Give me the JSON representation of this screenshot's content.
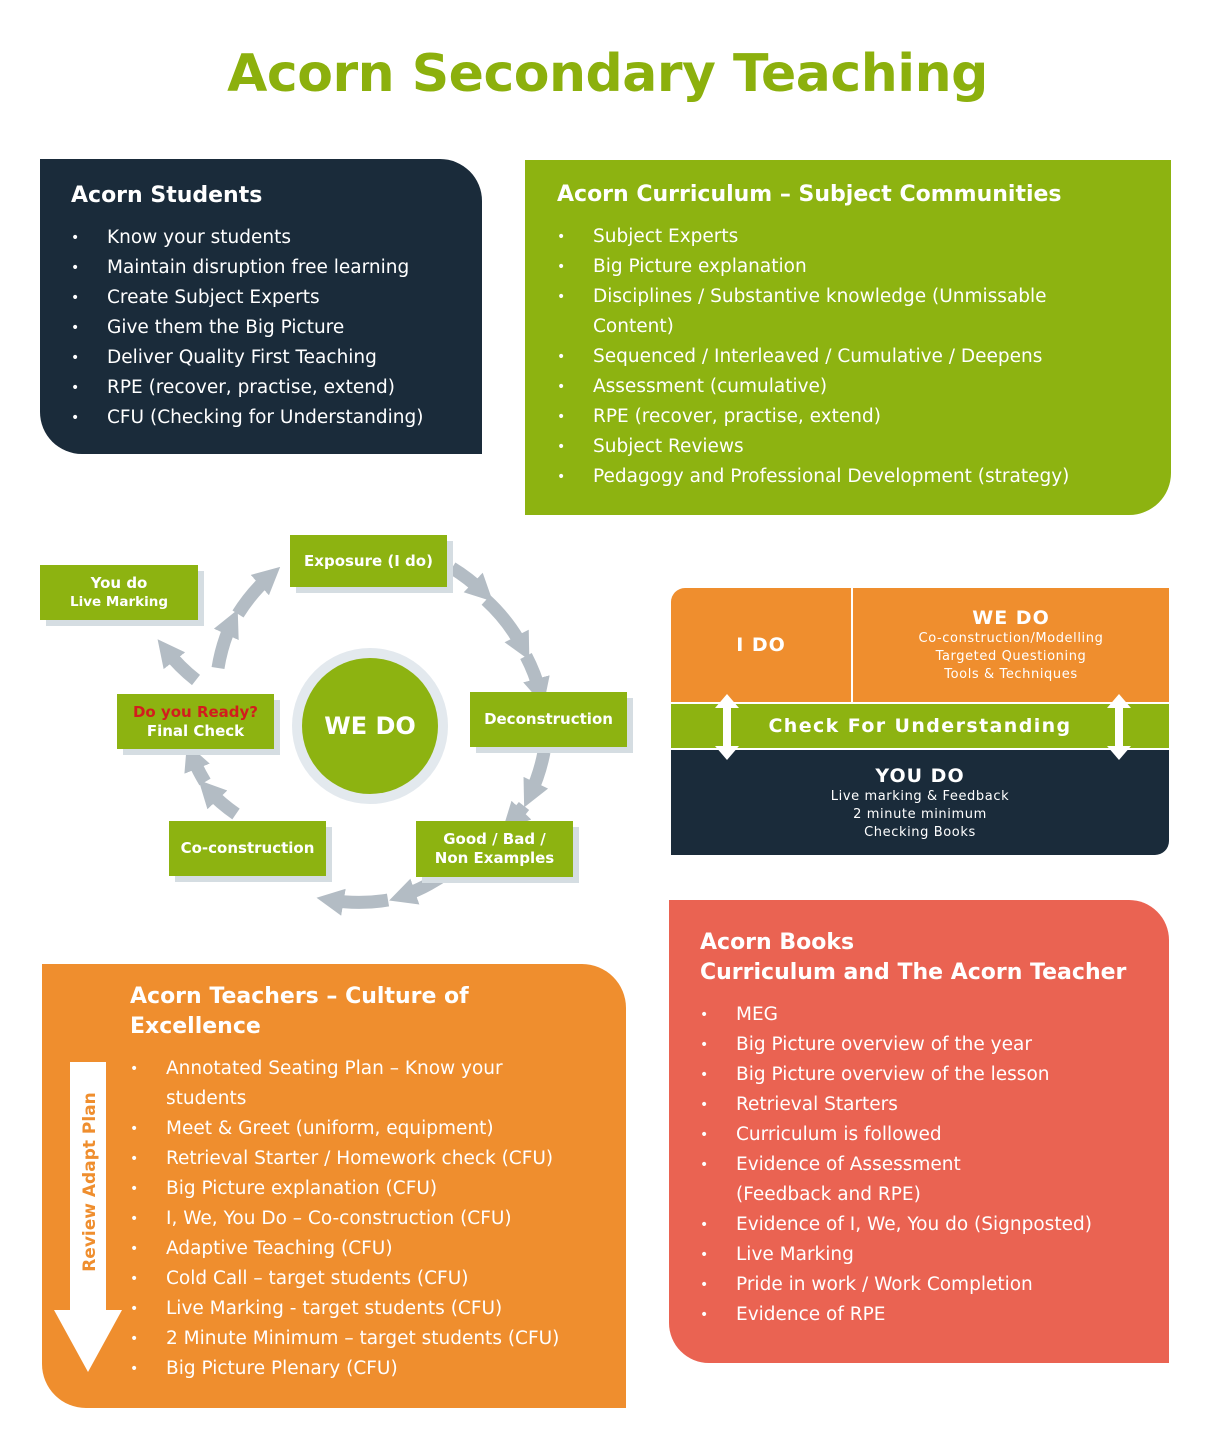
{
  "title": "Acorn Secondary Teaching",
  "students": {
    "heading": "Acorn Students",
    "items": [
      "Know your students",
      "Maintain disruption free learning",
      "Create Subject Experts",
      "Give them the Big Picture",
      "Deliver Quality First Teaching",
      "RPE (recover, practise, extend)",
      "CFU (Checking for Understanding)"
    ]
  },
  "curriculum": {
    "heading": "Acorn Curriculum – Subject Communities",
    "items": [
      "Subject Experts",
      "Big Picture explanation",
      "Disciplines / Substantive knowledge (Unmissable Content)",
      "Sequenced / Interleaved / Cumulative / Deepens",
      "Assessment (cumulative)",
      "RPE (recover, practise, extend)",
      "Subject Reviews",
      "Pedagogy and Professional Development (strategy)"
    ]
  },
  "cycle": {
    "center": "WE DO",
    "you_do_title": "You do",
    "you_do_sub": "Live Marking",
    "exposure": "Exposure (I do)",
    "deconstruction": "Deconstruction",
    "good_bad_1": "Good / Bad /",
    "good_bad_2": "Non Examples",
    "coconstruction": "Co-construction",
    "ready_question": "Do you Ready?",
    "final_check": "Final Check",
    "colors": {
      "green": "#8db311",
      "arrow": "#b3bcc4",
      "warn": "#d21d1d"
    }
  },
  "grid": {
    "i_do": "I DO",
    "we_do": "WE DO",
    "we_do_items": [
      "Co-construction/Modelling",
      "Targeted Questioning",
      "Tools & Techniques"
    ],
    "check": "Check For Understanding",
    "you_do": "YOU DO",
    "you_do_items": [
      "Live marking & Feedback",
      "2 minute minimum",
      "Checking Books"
    ]
  },
  "teachers": {
    "heading_1": "Acorn Teachers – Culture of",
    "heading_2": "Excellence",
    "arrow_label": "Review Adapt Plan",
    "items": [
      "Annotated Seating Plan – Know your students",
      "Meet & Greet (uniform, equipment)",
      "Retrieval Starter / Homework check (CFU)",
      "Big Picture explanation (CFU)",
      "I, We, You Do – Co-construction (CFU)",
      "Adaptive Teaching (CFU)",
      "Cold Call – target students (CFU)",
      "Live Marking - target students (CFU)",
      "2 Minute Minimum – target students (CFU)",
      "Big Picture Plenary (CFU)"
    ]
  },
  "books": {
    "heading_1": "Acorn Books",
    "heading_2": "Curriculum and The Acorn Teacher",
    "items": [
      "MEG",
      "Big Picture overview of the year",
      "Big Picture overview of the lesson",
      "Retrieval Starters",
      "Curriculum is followed",
      "Evidence of Assessment (Feedback and RPE)",
      "Evidence of I, We, You do (Signposted)",
      "Live Marking",
      "Pride in work / Work Completion",
      "Evidence of RPE"
    ]
  }
}
